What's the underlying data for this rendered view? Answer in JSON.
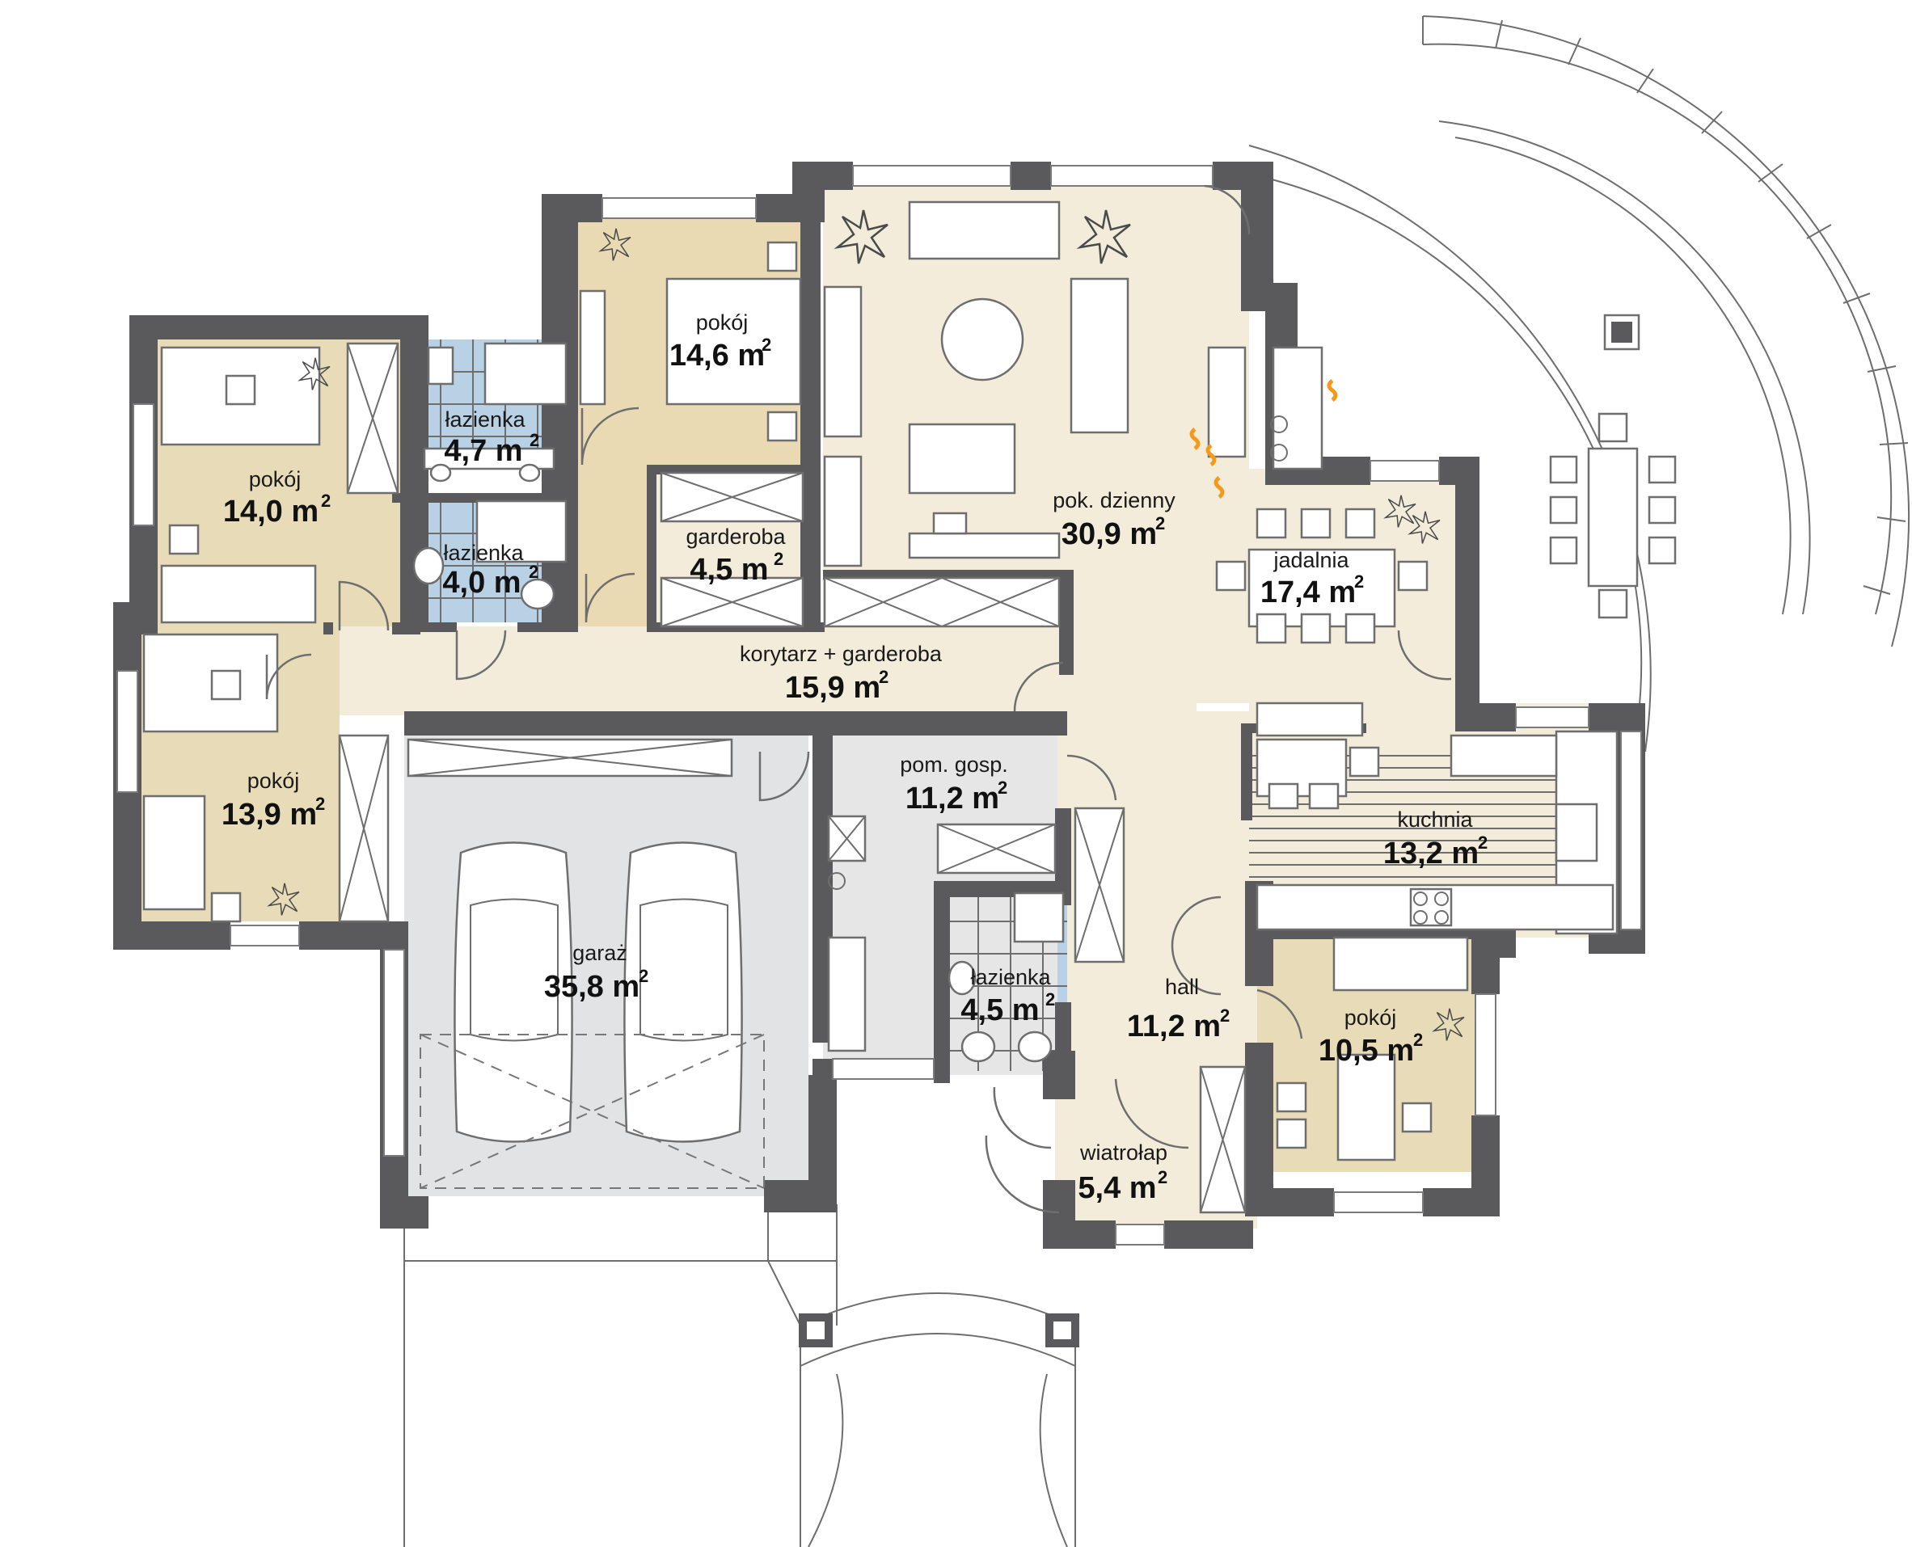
{
  "plan": {
    "colors": {
      "bedroom": "#e7dcb7",
      "bedroom_main": "#eadab4",
      "living": "#f3ecdb",
      "bathroom": "#b9d1e4",
      "garage": "#e2e3e4",
      "utility": "#e6e6e6",
      "wall": "#5a5a5c",
      "fireplace": "#f39a1c"
    },
    "unit_suffix": "2",
    "rooms": [
      {
        "id": "pokoj-nw",
        "name": "pokój",
        "area": "14,0 m"
      },
      {
        "id": "lazienka-top",
        "name": "łazienka",
        "area": "4,7 m"
      },
      {
        "id": "lazienka-mid",
        "name": "łazienka",
        "area": "4,0 m"
      },
      {
        "id": "pokoj-master",
        "name": "pokój",
        "area": "14,6 m"
      },
      {
        "id": "garderoba",
        "name": "garderoba",
        "area": "4,5 m"
      },
      {
        "id": "pokoj-dzienny",
        "name": "pok. dzienny",
        "area": "30,9 m"
      },
      {
        "id": "jadalnia",
        "name": "jadalnia",
        "area": "17,4 m"
      },
      {
        "id": "korytarz",
        "name": "korytarz + garderoba",
        "area": "15,9 m"
      },
      {
        "id": "pokoj-sw",
        "name": "pokój",
        "area": "13,9 m"
      },
      {
        "id": "pom-gosp",
        "name": "pom. gosp.",
        "area": "11,2 m"
      },
      {
        "id": "kuchnia",
        "name": "kuchnia",
        "area": "13,2 m"
      },
      {
        "id": "garaz",
        "name": "garaż",
        "area": "35,8 m"
      },
      {
        "id": "lazienka-small",
        "name": "łazienka",
        "area": "4,5 m"
      },
      {
        "id": "hall",
        "name": "hall",
        "area": "11,2 m"
      },
      {
        "id": "pokoj-se",
        "name": "pokój",
        "area": "10,5 m"
      },
      {
        "id": "wiatrolap",
        "name": "wiatrołap",
        "area": "5,4 m"
      }
    ]
  }
}
